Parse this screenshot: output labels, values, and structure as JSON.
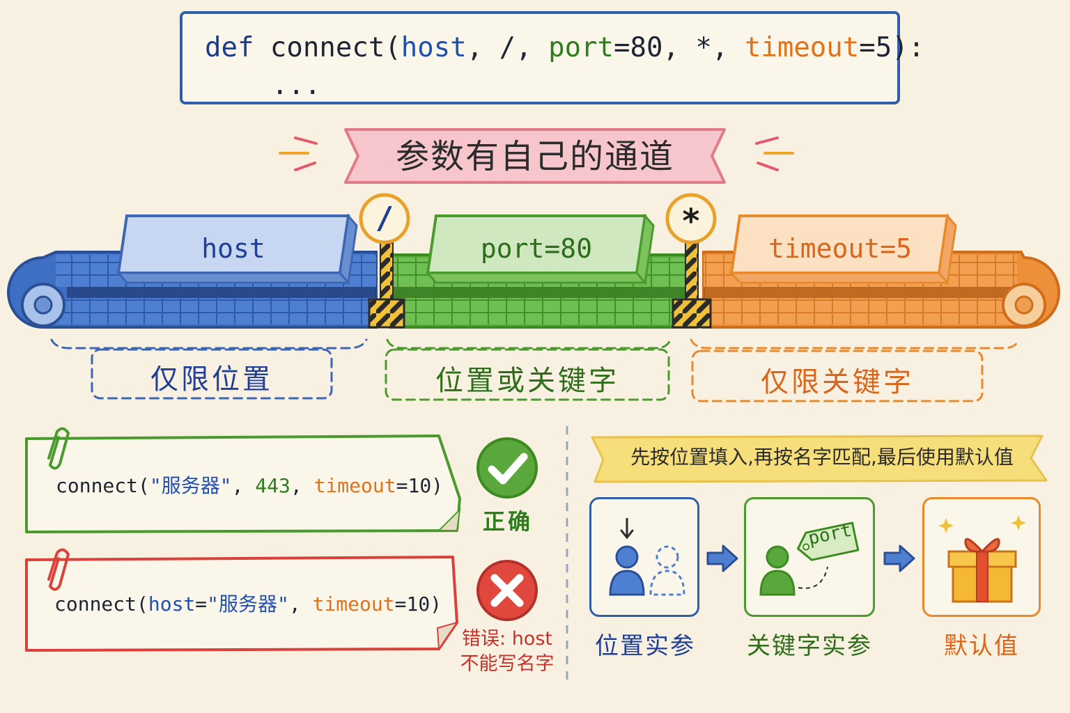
{
  "code": {
    "line1": [
      {
        "text": "def",
        "cls": "kw"
      },
      {
        "text": " connect(",
        "cls": ""
      },
      {
        "text": "host",
        "cls": "pos"
      },
      {
        "text": ", /, ",
        "cls": ""
      },
      {
        "text": "port",
        "cls": "grn"
      },
      {
        "text": "=80, *, ",
        "cls": ""
      },
      {
        "text": "timeout",
        "cls": "org"
      },
      {
        "text": "=5):",
        "cls": ""
      }
    ],
    "line2": "..."
  },
  "title": "参数有自己的通道",
  "lanes": [
    {
      "label": "host",
      "color": "#1f3f95"
    },
    {
      "label": "port=80",
      "color": "#2e6d1a"
    },
    {
      "label": "timeout=5",
      "color": "#d9661a"
    }
  ],
  "signs": {
    "slash": "/",
    "star": "*"
  },
  "zones": [
    {
      "label": "仅限位置",
      "color": "#1f3f95"
    },
    {
      "label": "位置或关键字",
      "color": "#2e6d1a"
    },
    {
      "label": "仅限关键字",
      "color": "#d9661a"
    }
  ],
  "examples": {
    "good": {
      "parts": [
        {
          "text": "connect(",
          "cls": ""
        },
        {
          "text": "\"服务器\"",
          "cls": "pos"
        },
        {
          "text": ", ",
          "cls": ""
        },
        {
          "text": "443",
          "cls": "grn"
        },
        {
          "text": ", ",
          "cls": ""
        },
        {
          "text": "timeout",
          "cls": "org"
        },
        {
          "text": "=10)",
          "cls": ""
        }
      ],
      "status": "正确"
    },
    "bad": {
      "parts": [
        {
          "text": "connect(",
          "cls": ""
        },
        {
          "text": "host",
          "cls": "pos"
        },
        {
          "text": "=",
          "cls": ""
        },
        {
          "text": "\"服务器\"",
          "cls": "pos"
        },
        {
          "text": ", ",
          "cls": ""
        },
        {
          "text": "timeout",
          "cls": "org"
        },
        {
          "text": "=10)",
          "cls": ""
        }
      ],
      "status_line1": "错误: host",
      "status_line2": "不能写名字"
    }
  },
  "rule": "先按位置填入,再按名字匹配,最后使用默认值",
  "steps": [
    {
      "label": "位置实参",
      "color": "#1f3f95"
    },
    {
      "label": "关键字实参",
      "color": "#2e6d1a",
      "tag": "port"
    },
    {
      "label": "默认值",
      "color": "#d9661a"
    }
  ],
  "colors": {
    "blue": "#2f5fa8",
    "green": "#4a9a2e",
    "orange": "#e8892c",
    "red": "#d9413a",
    "pink": "#f4b8c0",
    "yellow": "#f6df7a"
  }
}
